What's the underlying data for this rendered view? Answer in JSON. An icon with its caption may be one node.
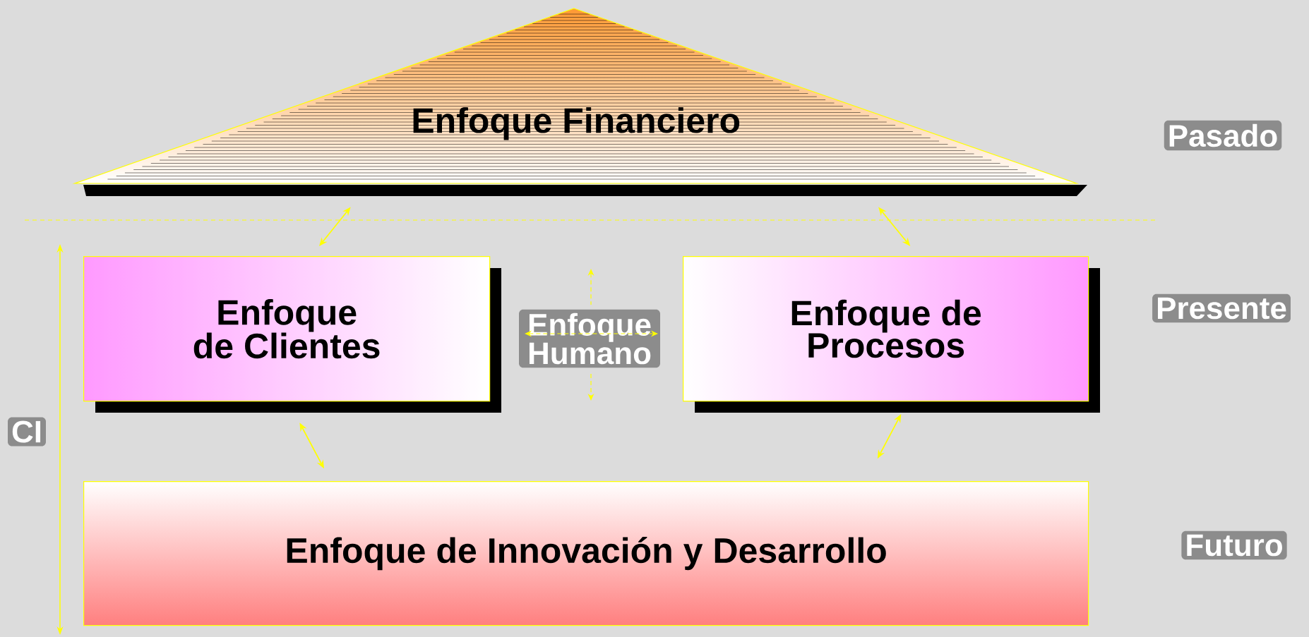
{
  "diagram": {
    "nodes": [
      {
        "text": [
          "Enfoque Financiero"
        ]
      },
      {
        "text": [
          "Enfoque de Clientes"
        ]
      },
      {
        "text": [
          "Enfoque de Procesos"
        ]
      },
      {
        "text": [
          "Enfoque de Innovación y Desarrollo"
        ]
      }
    ],
    "edges": [
      {
        "from": 0,
        "to": 1,
        "arrow": "both"
      },
      {
        "from": 0,
        "to": 2,
        "arrow": "both"
      },
      {
        "from": 1,
        "to": 3,
        "arrow": "both"
      },
      {
        "from": 2,
        "to": 3,
        "arrow": "both"
      }
    ],
    "labels": [
      "Pasado",
      "Presente",
      "Enfoque Humano",
      "CI",
      "Futuro"
    ]
  }
}
